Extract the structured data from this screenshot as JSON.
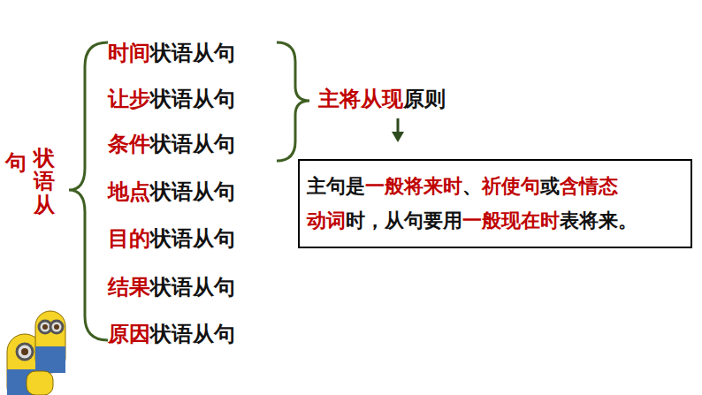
{
  "diagram": {
    "nodes": [
      {
        "text": [
          "主句是",
          "一般将来时",
          "、",
          "祈使句",
          "或",
          "含情态",
          "动词",
          "时，从句要用",
          "一般现在时",
          "表将来。"
        ]
      }
    ],
    "labels": [
      "句",
      "状语从",
      "时间",
      "状语从句",
      "让步",
      "状语从句",
      "条件",
      "状语从句",
      "地点",
      "状语从句",
      "目的",
      "状语从句",
      "结果",
      "状语从句",
      "原因",
      "状语从句",
      "主将从现",
      "原则"
    ]
  }
}
